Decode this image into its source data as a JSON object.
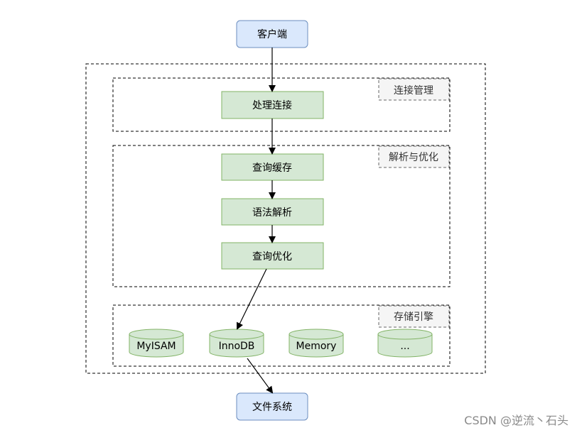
{
  "diagram": {
    "client": "客户端",
    "filesystem": "文件系统",
    "sections": {
      "connection": {
        "label": "连接管理",
        "nodes": [
          "处理连接"
        ]
      },
      "parse": {
        "label": "解析与优化",
        "nodes": [
          "查询缓存",
          "语法解析",
          "查询优化"
        ]
      },
      "storage": {
        "label": "存储引擎",
        "engines": [
          "MyISAM",
          "InnoDB",
          "Memory",
          "..."
        ]
      }
    }
  },
  "watermark": "CSDN @逆流丶石头",
  "colors": {
    "blue_fill": "#dae8fc",
    "blue_stroke": "#6c8ebf",
    "green_fill": "#d5e8d4",
    "green_stroke": "#82b366",
    "tag_fill": "#f5f5f5",
    "tag_stroke": "#666666"
  }
}
